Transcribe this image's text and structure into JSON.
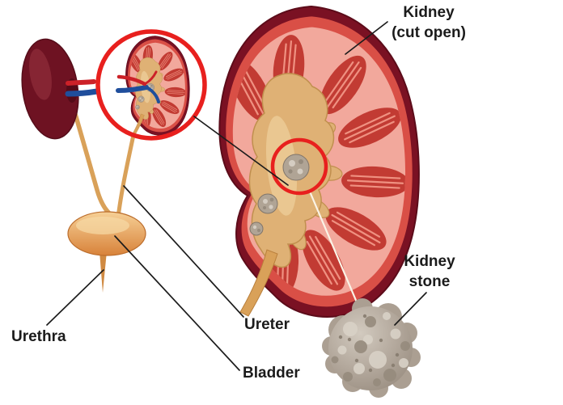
{
  "figure": {
    "labels": {
      "kidney_cut_open": {
        "line1": "Kidney",
        "line2": "(cut open)"
      },
      "kidney_stone": {
        "line1": "Kidney",
        "line2": "stone"
      },
      "ureter": "Ureter",
      "bladder": "Bladder",
      "urethra": "Urethra"
    },
    "colors": {
      "annotation_red": "#e8201e",
      "label_line": "#1c1c1c",
      "kidney_outer_maroon": "#7a1123",
      "kidney_cortex_red": "#d94f46",
      "pyramid_red": "#c23b33",
      "pelvis_tan": "#dfb175",
      "ureter_orange": "#d9a159",
      "bladder_orange": "#e8a55c",
      "stone_gray": "#b3a89c",
      "artery_red": "#cc2128",
      "vein_blue": "#1f4e9c",
      "label_text": "#1b1b1b"
    }
  }
}
